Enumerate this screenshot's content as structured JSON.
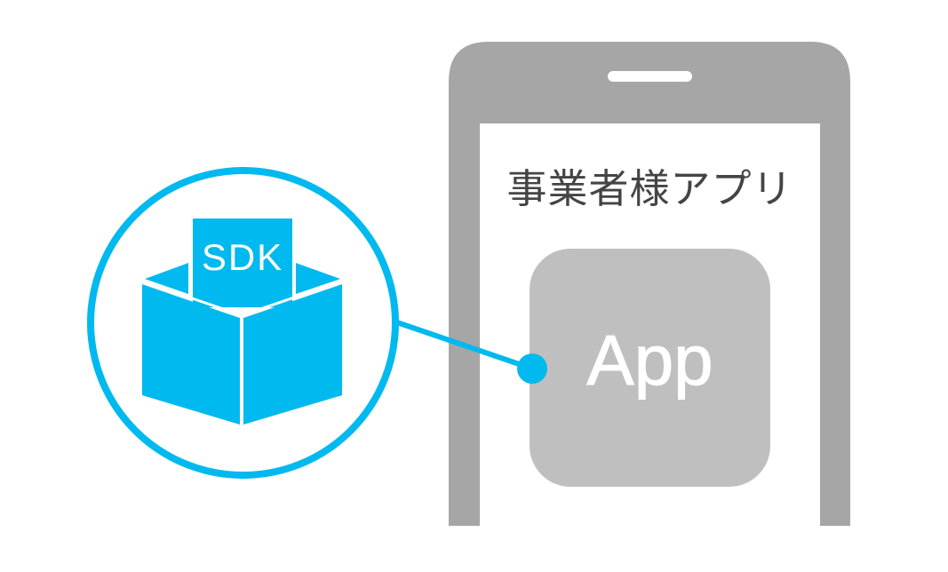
{
  "diagram": {
    "sdk_badge": {
      "label": "SDK",
      "icon": "open-box-icon"
    },
    "phone": {
      "title": "事業者様アプリ",
      "app_icon": {
        "label": "App"
      }
    },
    "connector": {
      "from": "sdk-circle",
      "to": "app-icon"
    },
    "colors": {
      "accent": "#00b9ef",
      "phone_frame": "#a6a6a6",
      "app_icon": "#bfbfbf",
      "title_text": "#444444",
      "background": "#ffffff"
    }
  }
}
